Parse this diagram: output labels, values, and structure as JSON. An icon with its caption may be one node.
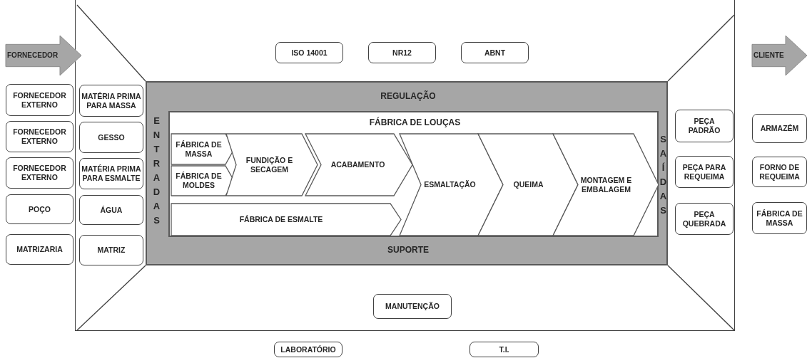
{
  "diagram": {
    "nodes": [
      {
        "text": [
          "FORNECEDOR"
        ]
      },
      {
        "text": [],
        "shape": "box"
      },
      {
        "text": [
          "ISO 14001"
        ],
        "in": 1
      },
      {
        "text": [
          "NR12"
        ],
        "in": 1
      },
      {
        "text": [
          "ABNT"
        ],
        "in": 1
      },
      {
        "text": [
          "CLIENTE"
        ]
      },
      {
        "text": [
          "FORNECEDOR EXTERNO"
        ]
      },
      {
        "text": [
          "FORNECEDOR EXTERNO"
        ]
      },
      {
        "text": [
          "FORNECEDOR EXTERNO"
        ]
      },
      {
        "text": [
          "POÇO"
        ]
      },
      {
        "text": [
          "MATRIZARIA"
        ]
      },
      {
        "text": [
          "MATÉRIA PRIMA PARA MASSA"
        ],
        "in": 1
      },
      {
        "text": [
          "GESSO"
        ],
        "in": 1
      },
      {
        "text": [
          "MATÉRIA PRIMA PARA ESMALTE"
        ],
        "in": 1
      },
      {
        "text": [
          "ÁGUA"
        ],
        "in": 1
      },
      {
        "text": [
          "MATRIZ"
        ],
        "in": 1
      },
      {
        "text": [
          "REGULAÇÃO",
          "ENTRADAS",
          "SAÍDAS",
          "SUPORTE"
        ],
        "in": 1
      },
      {
        "text": [
          "FÁBRICA DE LOUÇAS"
        ],
        "in": 16
      },
      {
        "text": [
          "FÁBRICA DE MASSA"
        ],
        "in": 17
      },
      {
        "text": [
          "FÁBRICA DE MOLDES"
        ],
        "in": 17
      },
      {
        "text": [
          "FUNDIÇÃO E SECAGEM"
        ],
        "in": 17
      },
      {
        "text": [
          "ACABAMENTO"
        ],
        "in": 17
      },
      {
        "text": [
          "ESMALTAÇÃO"
        ],
        "in": 17
      },
      {
        "text": [
          "QUEIMA"
        ],
        "in": 17
      },
      {
        "text": [
          "MONTAGEM E EMBALAGEM"
        ],
        "in": 17
      },
      {
        "text": [
          "FÁBRICA DE ESMALTE"
        ],
        "in": 17
      },
      {
        "text": [
          "PEÇA PADRÃO"
        ],
        "in": 1
      },
      {
        "text": [
          "PEÇA PARA REQUEIMA"
        ],
        "in": 1
      },
      {
        "text": [
          "PEÇA QUEBRADA"
        ],
        "in": 1
      },
      {
        "text": [
          "ARMAZÉM"
        ]
      },
      {
        "text": [
          "FORNO DE REQUEIMA"
        ]
      },
      {
        "text": [
          "FÁBRICA DE MASSA"
        ]
      },
      {
        "text": [
          "MANUTENÇÃO"
        ],
        "in": 1
      },
      {
        "text": [
          "LABORATÓRIO"
        ]
      },
      {
        "text": [
          "T.I."
        ]
      }
    ]
  }
}
